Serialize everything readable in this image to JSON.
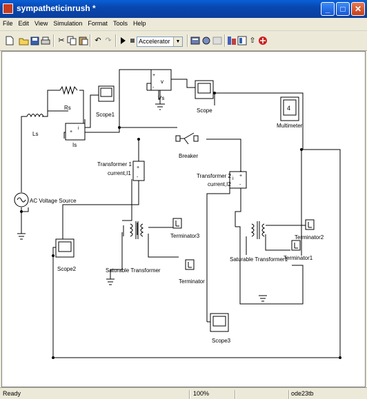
{
  "window": {
    "title": "sympatheticinrush *",
    "minimize_label": "_",
    "maximize_label": "□",
    "close_label": "✕"
  },
  "menu": [
    "File",
    "Edit",
    "View",
    "Simulation",
    "Format",
    "Tools",
    "Help"
  ],
  "toolbar": {
    "sim_mode": "Accelerator",
    "icons": [
      "new-icon",
      "open-icon",
      "save-icon",
      "print-icon",
      "cut-icon",
      "copy-icon",
      "paste-icon",
      "undo-icon",
      "redo-icon",
      "start-icon",
      "stop-icon",
      "build-icon",
      "debug-icon",
      "library-icon",
      "model-explorer-icon",
      "up-icon",
      "debugger-icon"
    ]
  },
  "diagram": {
    "blocks": {
      "ls": "Ls",
      "rs": "Rs",
      "scope1": "Scope1",
      "is": "Is",
      "vs": "Vs",
      "vs_port": "v",
      "scope": "Scope",
      "multimeter": "Multimeter",
      "multimeter_value": "4",
      "breaker": "Breaker",
      "transformer1_label": "Transformer 1",
      "current_i1": "current,I1",
      "transformer2_label": "Transformer 2",
      "current_i2": "current,I2",
      "ac_source": "AC Voltage Source",
      "scope2": "Scope2",
      "terminator3": "Terminator3",
      "saturable_transformer": "Saturable Transformer",
      "terminator": "Terminator",
      "terminator2": "Terminator2",
      "terminator1": "Terminator1",
      "saturable_transformer1": "Saturable Transformer1",
      "scope3": "Scope3",
      "plus": "+",
      "minus": "-",
      "i_port": "i"
    }
  },
  "status": {
    "left": "Ready",
    "zoom": "100%",
    "solver": "ode23tb"
  }
}
